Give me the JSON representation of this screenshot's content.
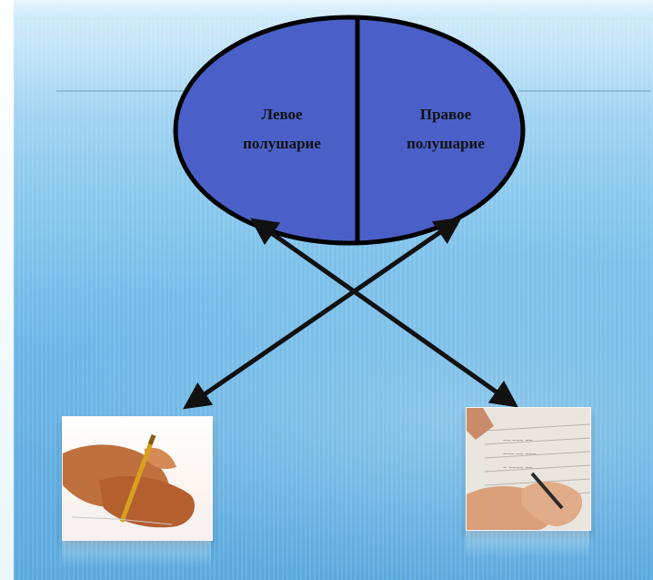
{
  "diagram": {
    "left_hemisphere": {
      "line1": "Левое",
      "line2": "полушарие"
    },
    "right_hemisphere": {
      "line1": "Правое",
      "line2": "полушарие"
    }
  },
  "colors": {
    "ellipse_fill": "#4a60c8",
    "outline": "#000000",
    "arrow": "#111111"
  },
  "images": {
    "left": "hand-writing-with-left-hand-photo",
    "right": "hand-writing-with-right-hand-photo"
  }
}
